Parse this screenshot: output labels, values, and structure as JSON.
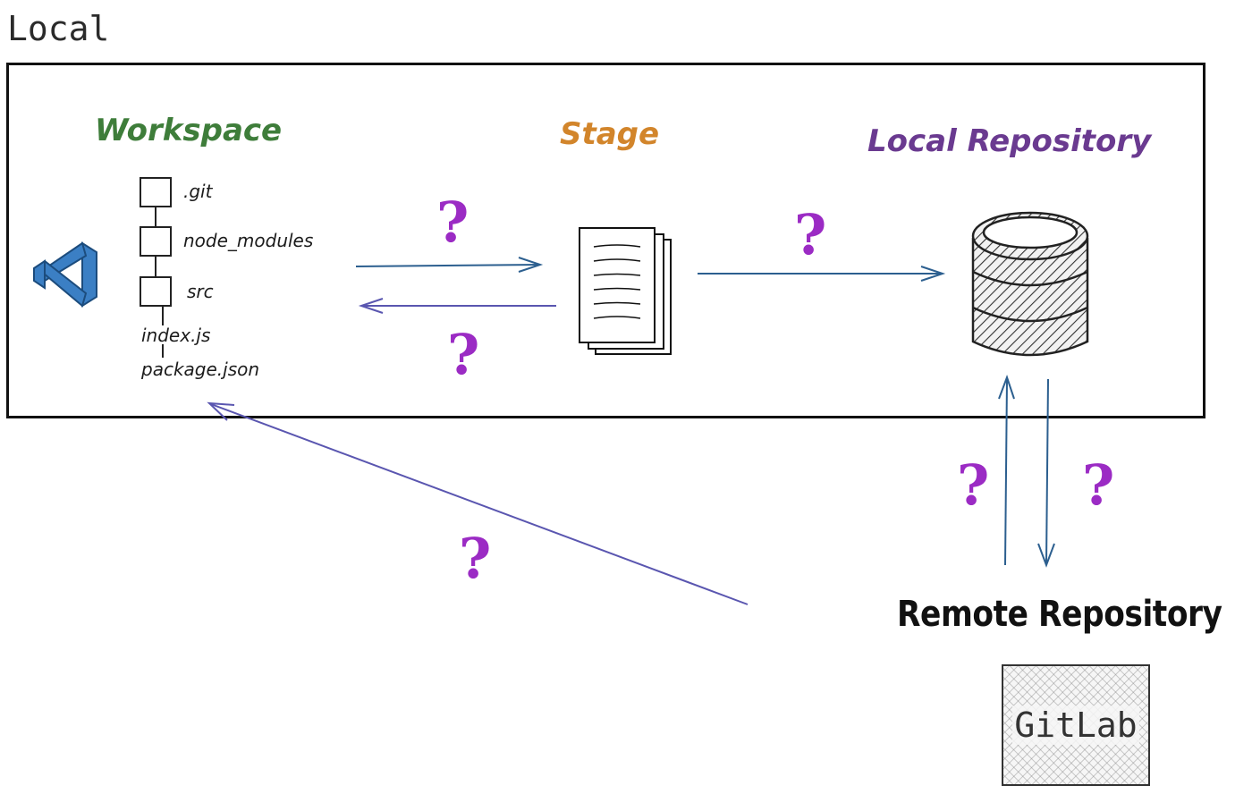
{
  "local": {
    "title": "Local"
  },
  "sections": {
    "workspace": "Workspace",
    "stage": "Stage",
    "local_repository": "Local Repository"
  },
  "files": {
    "git": ".git",
    "node_modules": "node_modules",
    "src": "src",
    "index_js": "index.js",
    "package_json": "package.json"
  },
  "question_mark": "?",
  "remote": {
    "title": "Remote Repository",
    "gitlab_label": "GitLab"
  },
  "colors": {
    "workspace": "#3e7d3a",
    "stage": "#d2852b",
    "local_repository": "#6a3a90",
    "question": "#9b2bc4",
    "arrow_blue": "#2c5f8f",
    "arrow_purple": "#5a56b0",
    "vscode_blue": "#3b7fc4"
  },
  "icons": {
    "editor": "vscode-icon",
    "stage": "documents-stack-icon",
    "local_repository": "database-icon"
  }
}
